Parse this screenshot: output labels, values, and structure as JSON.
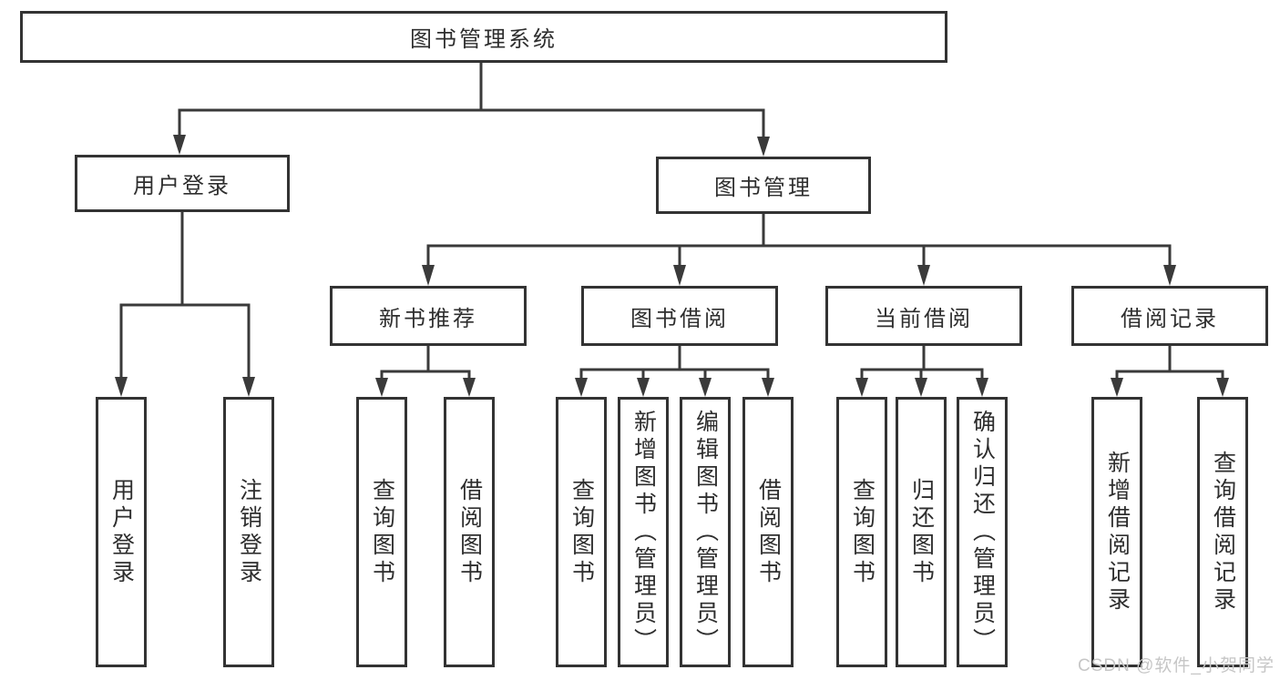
{
  "diagram": {
    "type": "hierarchy-tree",
    "orientation": "top-down"
  },
  "tree": {
    "label": "图书管理系统",
    "children": [
      {
        "label": "用户登录",
        "children": [
          {
            "label": "用户登录"
          },
          {
            "label": "注销登录"
          }
        ]
      },
      {
        "label": "图书管理",
        "children": [
          {
            "label": "新书推荐",
            "children": [
              {
                "label": "查询图书"
              },
              {
                "label": "借阅图书"
              }
            ]
          },
          {
            "label": "图书借阅",
            "children": [
              {
                "label": "查询图书"
              },
              {
                "label": "新增图书（管理员）"
              },
              {
                "label": "编辑图书（管理员）"
              },
              {
                "label": "借阅图书"
              }
            ]
          },
          {
            "label": "当前借阅",
            "children": [
              {
                "label": "查询图书"
              },
              {
                "label": "归还图书"
              },
              {
                "label": "确认归还（管理员）"
              }
            ]
          },
          {
            "label": "借阅记录",
            "children": [
              {
                "label": "新增借阅记录"
              },
              {
                "label": "查询借阅记录"
              }
            ]
          }
        ]
      }
    ]
  },
  "watermark": "CSDN @软件_小贺同学",
  "colors": {
    "line": "#3a3a3a",
    "box_border": "#333333",
    "text": "#2e2e2e",
    "watermark": "#c6c6c6",
    "background": "#ffffff"
  }
}
